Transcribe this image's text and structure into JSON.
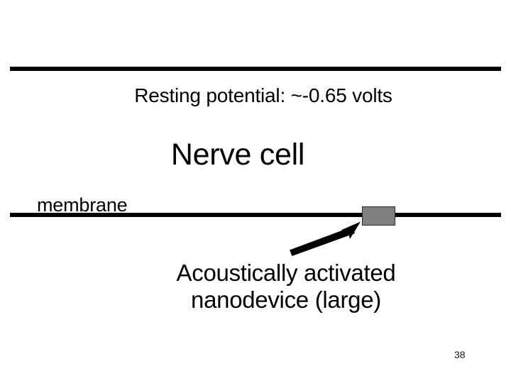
{
  "slide": {
    "page_number": "38",
    "background_color": "#ffffff",
    "text_color": "#000000"
  },
  "annotations": {
    "resting_potential": "Resting potential: ~-0.65 volts",
    "title": "Nerve cell",
    "membrane_label": "membrane",
    "caption_line_1": "Acoustically activated",
    "caption_line_2": "nanodevice (large)"
  },
  "diagram": {
    "membrane_rule_top_label": "membrane-line-top",
    "membrane_rule_mid_label": "membrane-line-bottom",
    "nanodevice_fill_color": "#7f7f7f",
    "nanodevice_border_color": "#2b2b2b",
    "arrow_color": "#000000",
    "rule_color": "#000000"
  }
}
